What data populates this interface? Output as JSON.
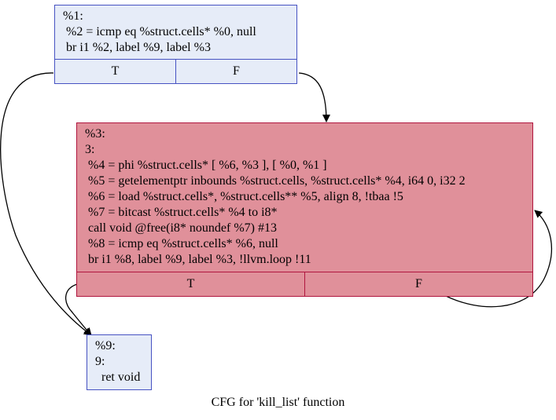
{
  "caption": "CFG for 'kill_list' function",
  "colors": {
    "blue_fill": "#e6ecf8",
    "blue_border": "#4652c2",
    "red_fill": "#e0909a",
    "red_border": "#b0153e"
  },
  "nodes": {
    "n1": {
      "lines": [
        "%1:",
        " %2 = icmp eq %struct.cells* %0, null",
        " br i1 %2, label %9, label %3"
      ],
      "ports": [
        "T",
        "F"
      ]
    },
    "n3": {
      "lines": [
        "%3:",
        "3:",
        " %4 = phi %struct.cells* [ %6, %3 ], [ %0, %1 ]",
        " %5 = getelementptr inbounds %struct.cells, %struct.cells* %4, i64 0, i32 2",
        " %6 = load %struct.cells*, %struct.cells** %5, align 8, !tbaa !5",
        " %7 = bitcast %struct.cells* %4 to i8*",
        " call void @free(i8* noundef %7) #13",
        " %8 = icmp eq %struct.cells* %6, null",
        " br i1 %8, label %9, label %3, !llvm.loop !11"
      ],
      "ports": [
        "T",
        "F"
      ]
    },
    "n9": {
      "lines": [
        "%9:",
        "9:",
        "  ret void"
      ]
    }
  }
}
